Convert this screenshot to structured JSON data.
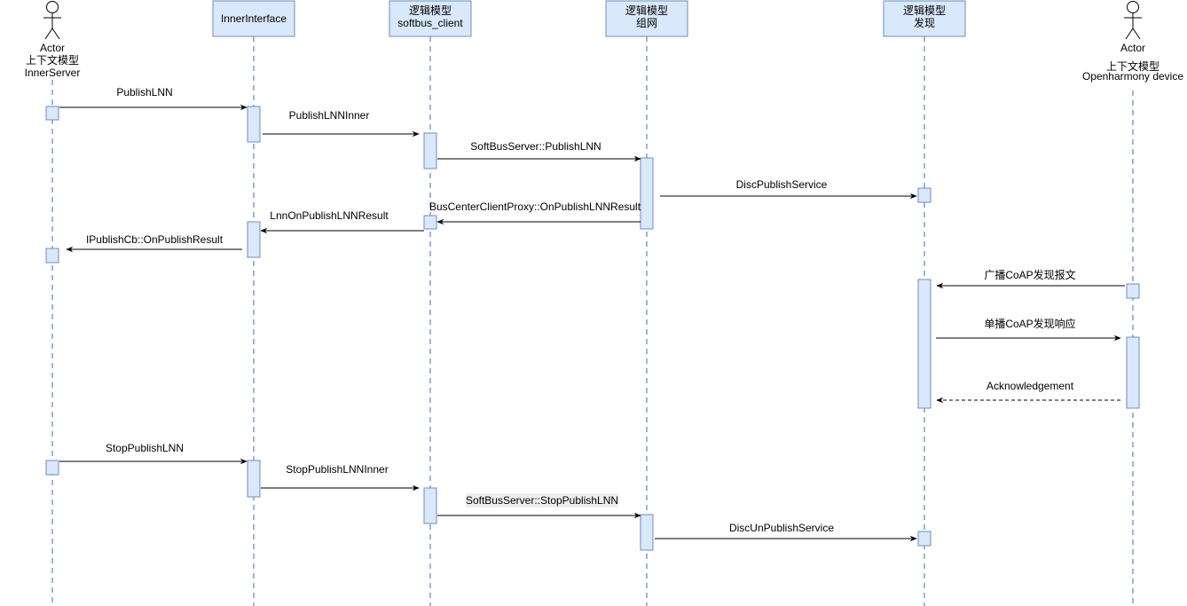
{
  "participants": [
    {
      "id": "p_actor_left",
      "kind": "actor",
      "label_lines": [
        "Actor",
        "上下文模型",
        "InnerServer"
      ]
    },
    {
      "id": "p_inner",
      "kind": "box",
      "label_lines": [
        "InnerInterface"
      ]
    },
    {
      "id": "p_client",
      "kind": "box",
      "label_lines": [
        "逻辑模型",
        "softbus_client"
      ]
    },
    {
      "id": "p_net",
      "kind": "box",
      "label_lines": [
        "逻辑模型",
        "组网"
      ]
    },
    {
      "id": "p_disc",
      "kind": "box",
      "label_lines": [
        "逻辑模型",
        "发现"
      ]
    },
    {
      "id": "p_actor_right",
      "kind": "actor",
      "label_lines": [
        "Actor",
        "上下文模型",
        "Openharmony device"
      ]
    }
  ],
  "messages": [
    {
      "from": "p_actor_left",
      "to": "p_inner",
      "label": "PublishLNN",
      "style": "solid"
    },
    {
      "from": "p_inner",
      "to": "p_client",
      "label": "PublishLNNInner",
      "style": "solid"
    },
    {
      "from": "p_client",
      "to": "p_net",
      "label": "SoftBusServer::PublishLNN",
      "style": "solid"
    },
    {
      "from": "p_net",
      "to": "p_disc",
      "label": "DiscPublishService",
      "style": "solid"
    },
    {
      "from": "p_net",
      "to": "p_client",
      "label": "BusCenterClientProxy::OnPublishLNNResult",
      "style": "solid"
    },
    {
      "from": "p_client",
      "to": "p_inner",
      "label": "LnnOnPublishLNNResult",
      "style": "solid"
    },
    {
      "from": "p_inner",
      "to": "p_actor_left",
      "label": "IPublishCb::OnPublishResult",
      "style": "solid"
    },
    {
      "from": "p_actor_right",
      "to": "p_disc",
      "label": "广播CoAP发现报文",
      "style": "solid"
    },
    {
      "from": "p_disc",
      "to": "p_actor_right",
      "label": "单播CoAP发现响应",
      "style": "solid"
    },
    {
      "from": "p_actor_right",
      "to": "p_disc",
      "label": "Acknowledgement",
      "style": "dashed"
    },
    {
      "from": "p_actor_left",
      "to": "p_inner",
      "label": "StopPublishLNN",
      "style": "solid"
    },
    {
      "from": "p_inner",
      "to": "p_client",
      "label": "StopPublishLNNInner",
      "style": "solid"
    },
    {
      "from": "p_client",
      "to": "p_net",
      "label": "SoftBusServer::StopPublishLNN",
      "style": "solid",
      "highlight": true
    },
    {
      "from": "p_net",
      "to": "p_disc",
      "label": "DiscUnPublishService",
      "style": "solid"
    }
  ],
  "colors": {
    "fill": "#dae8fc",
    "stroke": "#6c8ebf",
    "line": "#000000"
  }
}
